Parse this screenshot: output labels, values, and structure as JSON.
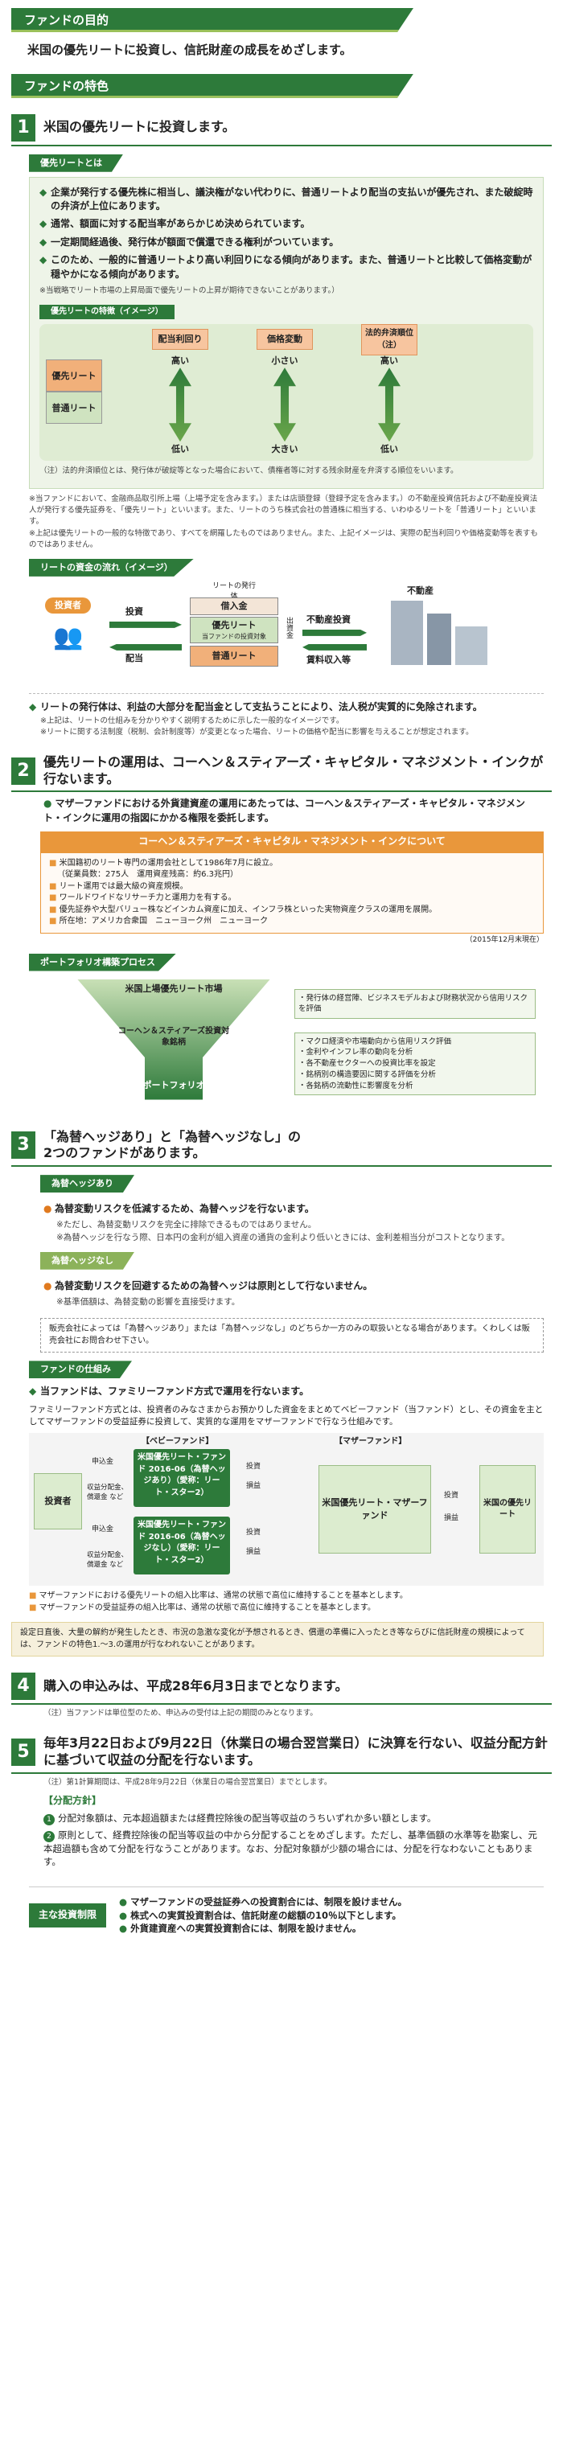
{
  "purpose": {
    "tag": "ファンドの目的",
    "text": "米国の優先リートに投資し、信託財産の成長をめざします。"
  },
  "features": {
    "tag": "ファンドの特色"
  },
  "s1": {
    "num": "1",
    "title": "米国の優先リートに投資します。",
    "what_tag": "優先リートとは",
    "bullets": [
      "企業が発行する優先株に相当し、議決権がない代わりに、普通リートより配当の支払いが優先され、また破綻時の弁済が上位にあります。",
      "通常、額面に対する配当率があらかじめ決められています。",
      "一定期間経過後、発行体が額面で償還できる権利がついています。",
      "このため、一般的に普通リートより高い利回りになる傾向があります。また、普通リートと比較して価格変動が穏やかになる傾向があります。"
    ],
    "bullets_note": "※当戦略でリート市場の上昇局面で優先リートの上昇が期待できないことがあります。）",
    "feature_tag": "優先リートの特徴（イメージ）",
    "diagram": {
      "cols": [
        "配当利回り",
        "価格変動",
        "法的弁済順位（注）"
      ],
      "top": [
        "高い",
        "小さい",
        "高い"
      ],
      "bottom": [
        "低い",
        "大きい",
        "低い"
      ],
      "rows": [
        "優先リート",
        "普通リート"
      ]
    },
    "note1": "（注）法的弁済順位とは、発行体が破綻等となった場合において、債権者等に対する残余財産を弁済する順位をいいます。",
    "note2": "※当ファンドにおいて、金融商品取引所上場（上場予定を含みます。）または店頭登録（登録予定を含みます。）の不動産投資信託および不動産投資法人が発行する優先証券を、「優先リート」といいます。また、リートのうち株式会社の普通株に相当する、いわゆるリートを「普通リート」といいます。",
    "note3": "※上記は優先リートの一般的な特徴であり、すべてを網羅したものではありません。また、上記イメージは、実際の配当利回りや価格変動等を表すものではありません。",
    "flow_tag": "リートの資金の流れ（イメージ）",
    "flow": {
      "issuer": "リートの発行体",
      "loan": "借入金",
      "pref": "優先リート",
      "pref_sub": "当ファンドの投資対象",
      "common": "普通リート",
      "investor": "投資者",
      "invest": "投資",
      "dividend": "配当",
      "cap": "出資金",
      "re_invest": "不動産投資",
      "rent": "賃料収入等",
      "realestate": "不動産"
    },
    "flow_text": "リートの発行体は、利益の大部分を配当金として支払うことにより、法人税が実質的に免除されます。",
    "flow_note1": "※上記は、リートの仕組みを分かりやすく説明するために示した一般的なイメージです。",
    "flow_note2": "※リートに関する法制度（税制、会計制度等）が変更となった場合、リートの価格や配当に影響を与えることが想定されます。"
  },
  "s2": {
    "num": "2",
    "title": "優先リートの運用は、コーヘン＆スティアーズ・キャピタル・マネジメント・インクが行ないます。",
    "lead": "マザーファンドにおける外貨建資産の運用にあたっては、コーヘン＆スティアーズ・キャピタル・マネジメント・インクに運用の指図にかかる権限を委託します。",
    "bar": "コーヘン＆スティアーズ・キャピタル・マネジメント・インクについて",
    "items": [
      "米国籍初のリート専門の運用会社として1986年7月に設立。",
      "（従業員数：275人　運用資産残高：約6.3兆円）",
      "リート運用では最大級の資産規模。",
      "ワールドワイドなリサーチ力と運用力を有する。",
      "優先証券や大型バリュー株などインカム資産に加え、インフラ株といった実物資産クラスの運用を展開。",
      "所在地：アメリカ合衆国　ニューヨーク州　ニューヨーク"
    ],
    "date": "（2015年12月末現在）",
    "proc_tag": "ポートフォリオ構築プロセス",
    "proc": {
      "step1": "米国上場優先リート市場",
      "step2": "コーヘン＆スティアーズ投資対象銘柄",
      "step3": "ポートフォリオ",
      "right1": "・発行体の経営陣、ビジネスモデルおよび財務状況から信用リスクを評価",
      "right2": [
        "・マクロ経済や市場動向から信用リスク評価",
        "・金利やインフレ率の動向を分析",
        "・各不動産セクターへの投資比率を設定",
        "・銘柄別の構造要因に関する評価を分析",
        "・各銘柄の流動性に影響度を分析"
      ]
    }
  },
  "s3": {
    "num": "3",
    "title1": "「為替ヘッジあり」と「為替ヘッジなし」の",
    "title2": "2つのファンドがあります。",
    "hedge_tag": "為替ヘッジあり",
    "hedge_main": "為替変動リスクを低減するため、為替ヘッジを行ないます。",
    "hedge_notes": [
      "※ただし、為替変動リスクを完全に排除できるものではありません。",
      "※為替ヘッジを行なう際、日本円の金利が組入資産の通貨の金利より低いときには、金利差相当分がコストとなります。"
    ],
    "nohedge_tag": "為替ヘッジなし",
    "nohedge_main": "為替変動リスクを回避するための為替ヘッジは原則として行ないません。",
    "nohedge_note": "※基準価額は、為替変動の影響を直接受けます。",
    "sales_note": "販売会社によっては「為替ヘッジあり」または「為替ヘッジなし」のどちらか一方のみの取扱いとなる場合があります。くわしくは販売会社にお問合わせ下さい。",
    "struct_tag": "ファンドの仕組み",
    "struct_lead": "当ファンドは、ファミリーファンド方式で運用を行ないます。",
    "struct_text": "ファミリーファンド方式とは、投資者のみなさまからお預かりした資金をまとめてベビーファンド（当ファンド）とし、その資金を主としてマザーファンドの受益証券に投資して、実質的な運用をマザーファンドで行なう仕組みです。",
    "flow": {
      "investor": "投資者",
      "baby": "【ベビーファンド】",
      "mother": "【マザーファンド】",
      "f1": "米国優先リート・ファンド 2016-06（為替ヘッジあり）（愛称：リート・スター2）",
      "f2": "米国優先リート・ファンド 2016-06（為替ヘッジなし）（愛称：リート・スター2）",
      "mf": "米国優先リート・マザーファンド",
      "target": "米国の優先リート",
      "apply": "申込金",
      "ret": "収益分配金、償還金 など",
      "inv": "投資",
      "gain": "損益"
    },
    "struct_notes": [
      "マザーファンドにおける優先リートの組入比率は、通常の状態で高位に維持することを基本とします。",
      "マザーファンドの受益証券の組入比率は、通常の状態で高位に維持することを基本とします。"
    ],
    "market_note": "設定日直後、大量の解約が発生したとき、市況の急激な変化が予想されるとき、償還の準備に入ったとき等ならびに信託財産の規模によっては、ファンドの特色1.～3.の運用が行なわれないことがあります。"
  },
  "s4": {
    "num": "4",
    "title": "購入の申込みは、平成28年6月3日までとなります。",
    "note": "（注）当ファンドは単位型のため、申込みの受付は上記の期間のみとなります。"
  },
  "s5": {
    "num": "5",
    "title": "毎年3月22日および9月22日（休業日の場合翌営業日）に決算を行ない、収益分配方針に基づいて収益の分配を行ないます。",
    "note": "（注）第1計算期間は、平成28年9月22日（休業日の場合翌営業日）までとします。",
    "policy_title": "【分配方針】",
    "policy": [
      "分配対象額は、元本超過額または経費控除後の配当等収益のうちいずれか多い額とします。",
      "原則として、経費控除後の配当等収益の中から分配することをめざします。ただし、基準価額の水準等を勘案し、元本超過額も含めて分配を行なうことがあります。なお、分配対象額が少額の場合には、分配を行なわないこともあります。"
    ]
  },
  "limits": {
    "label": "主な投資制限",
    "items": [
      "マザーファンドの受益証券への投資割合には、制限を設けません。",
      "株式への実質投資割合は、信託財産の総額の10％以下とします。",
      "外貨建資産への実質投資割合には、制限を設けません。"
    ]
  }
}
